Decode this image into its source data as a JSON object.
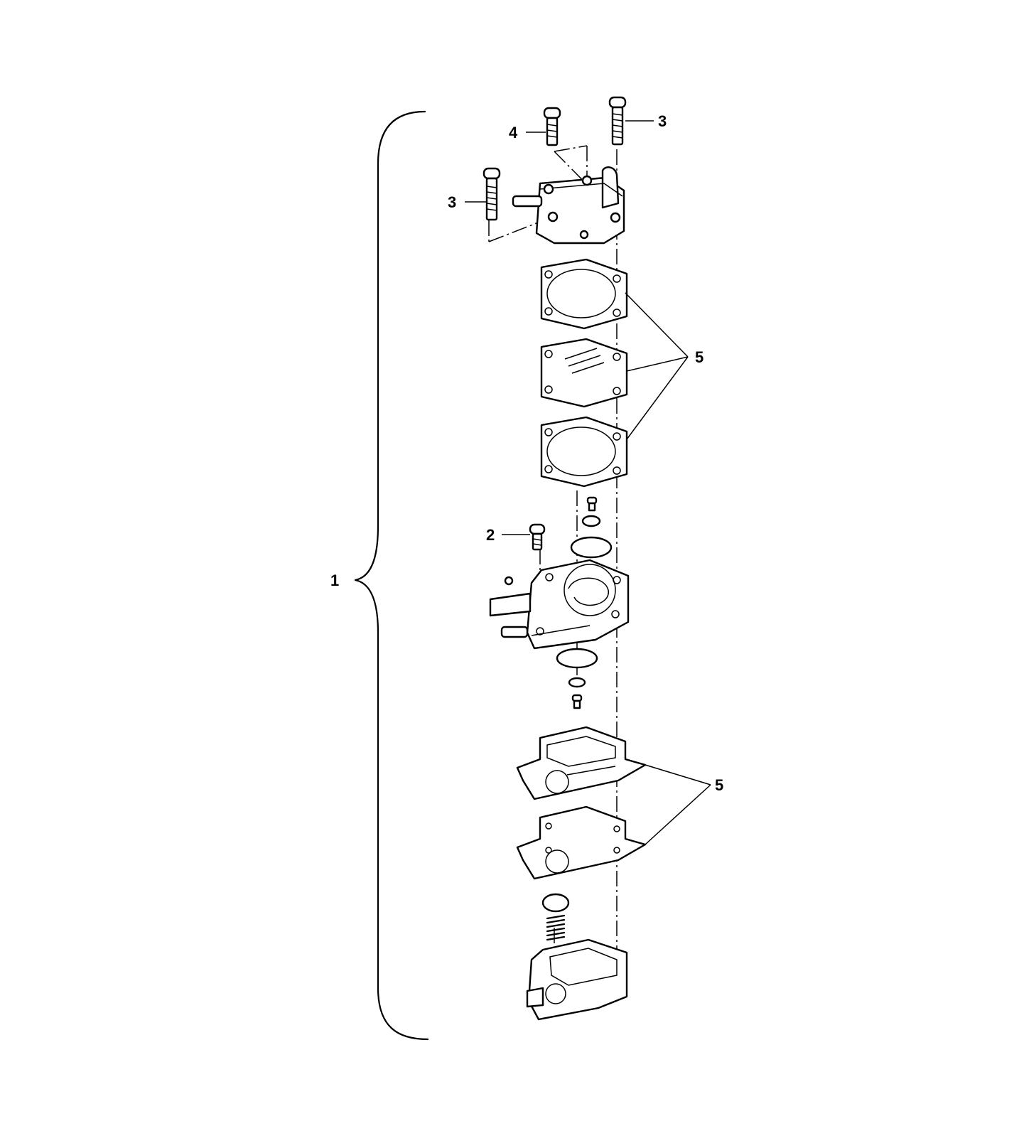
{
  "callouts": {
    "assembly": "1",
    "screw_small": "2",
    "screw_left": "3",
    "screw_right": "3",
    "screw_top": "4",
    "gasket_upper": "5",
    "gasket_lower": "5"
  }
}
